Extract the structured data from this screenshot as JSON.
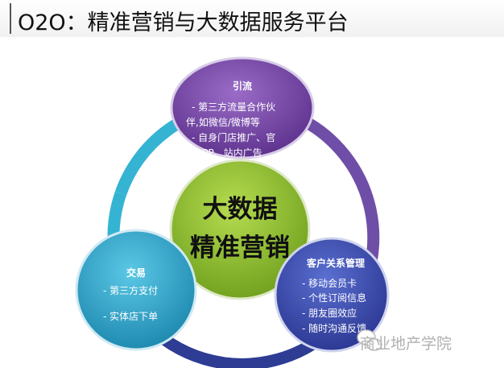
{
  "title": "O2O：精准营销与大数据服务平台",
  "center": {
    "line1": "大数据",
    "line2": "精准营销"
  },
  "top": {
    "heading": "引流",
    "items": [
      "- 第三方流量合作伙",
      "伴,如微信/微博等",
      "- 自身门店推广、官",
      "方APP、站内广告"
    ]
  },
  "left": {
    "heading": "交易",
    "items": [
      "- 第三方支付",
      "- 实体店下单"
    ]
  },
  "right": {
    "heading": "客户关系管理",
    "items": [
      "- 移动会员卡",
      "- 个性订阅信息",
      "- 朋友圈效应",
      "- 随时沟通反馈"
    ]
  },
  "watermark": "商业地产学院",
  "colors": {
    "top": "#6a3f9a",
    "left": "#2aa6c8",
    "right": "#3a4fb0",
    "center": "#8cbf2e"
  }
}
